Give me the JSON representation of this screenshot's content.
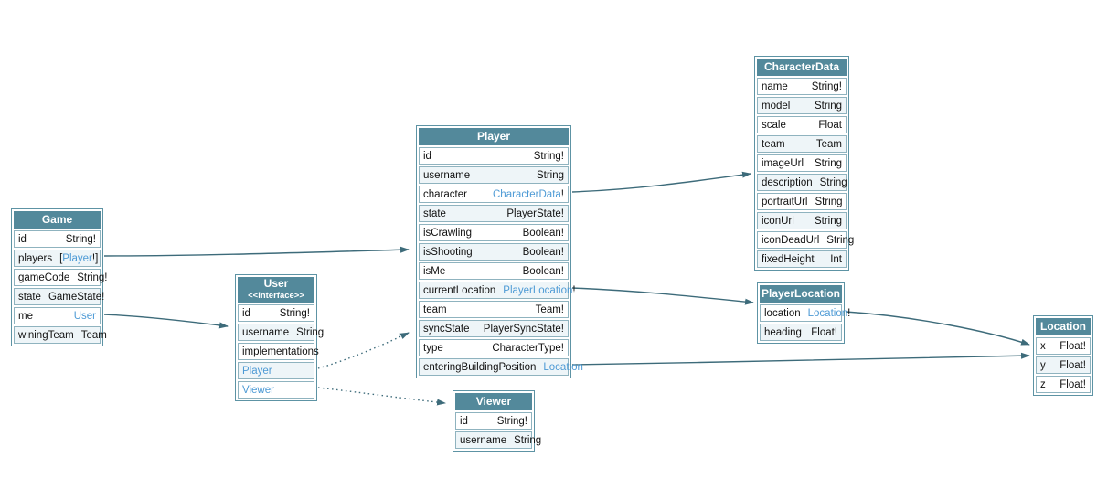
{
  "diagram": {
    "kind": "graphql-schema-class-diagram",
    "background": "#ffffff"
  },
  "colors": {
    "header_bg": "#53899b",
    "header_text": "#ffffff",
    "row_bg": "#ffffff",
    "row_alt_bg": "#eef5f8",
    "cell_border": "#8fb3bf",
    "node_border": "#5d93a4",
    "link": "#4d9ad5",
    "text": "#111111",
    "edge": "#3d6b7a"
  },
  "tables": [
    {
      "id": "game",
      "title": "Game",
      "rows": [
        {
          "name": "id",
          "type": "String!"
        },
        {
          "name": "players",
          "type": "[Player!]",
          "type_link": "Player"
        },
        {
          "name": "gameCode",
          "type": "String!"
        },
        {
          "name": "state",
          "type": "GameState!"
        },
        {
          "name": "me",
          "type": "User",
          "type_link": "User"
        },
        {
          "name": "winingTeam",
          "type": "Team"
        }
      ]
    },
    {
      "id": "user",
      "title": "User",
      "stereotype": "<<interface>>",
      "rows": [
        {
          "name": "id",
          "type": "String!"
        },
        {
          "name": "username",
          "type": "String"
        },
        {
          "name": "implementations",
          "type": ""
        },
        {
          "name": "Player",
          "type": "",
          "name_link": true
        },
        {
          "name": "Viewer",
          "type": "",
          "name_link": true
        }
      ]
    },
    {
      "id": "player",
      "title": "Player",
      "rows": [
        {
          "name": "id",
          "type": "String!"
        },
        {
          "name": "username",
          "type": "String"
        },
        {
          "name": "character",
          "type": "CharacterData!",
          "type_link": "CharacterData"
        },
        {
          "name": "state",
          "type": "PlayerState!"
        },
        {
          "name": "isCrawling",
          "type": "Boolean!"
        },
        {
          "name": "isShooting",
          "type": "Boolean!"
        },
        {
          "name": "isMe",
          "type": "Boolean!"
        },
        {
          "name": "currentLocation",
          "type": "PlayerLocation!",
          "type_link": "PlayerLocation"
        },
        {
          "name": "team",
          "type": "Team!"
        },
        {
          "name": "syncState",
          "type": "PlayerSyncState!"
        },
        {
          "name": "type",
          "type": "CharacterType!"
        },
        {
          "name": "enteringBuildingPosition",
          "type": "Location",
          "type_link": "Location"
        }
      ]
    },
    {
      "id": "viewer",
      "title": "Viewer",
      "rows": [
        {
          "name": "id",
          "type": "String!"
        },
        {
          "name": "username",
          "type": "String"
        }
      ]
    },
    {
      "id": "characterData",
      "title": "CharacterData",
      "rows": [
        {
          "name": "name",
          "type": "String!"
        },
        {
          "name": "model",
          "type": "String"
        },
        {
          "name": "scale",
          "type": "Float"
        },
        {
          "name": "team",
          "type": "Team"
        },
        {
          "name": "imageUrl",
          "type": "String"
        },
        {
          "name": "description",
          "type": "String"
        },
        {
          "name": "portraitUrl",
          "type": "String"
        },
        {
          "name": "iconUrl",
          "type": "String"
        },
        {
          "name": "iconDeadUrl",
          "type": "String"
        },
        {
          "name": "fixedHeight",
          "type": "Int"
        }
      ]
    },
    {
      "id": "playerLocation",
      "title": "PlayerLocation",
      "rows": [
        {
          "name": "location",
          "type": "Location!",
          "type_link": "Location"
        },
        {
          "name": "heading",
          "type": "Float!"
        }
      ]
    },
    {
      "id": "location",
      "title": "Location",
      "rows": [
        {
          "name": "x",
          "type": "Float!"
        },
        {
          "name": "y",
          "type": "Float!"
        },
        {
          "name": "z",
          "type": "Float!"
        }
      ]
    }
  ],
  "edges": [
    {
      "from": "Game.players",
      "to": "Player",
      "style": "solid"
    },
    {
      "from": "Game.me",
      "to": "User",
      "style": "solid"
    },
    {
      "from": "User.Player",
      "to": "Player",
      "style": "dotted"
    },
    {
      "from": "User.Viewer",
      "to": "Viewer",
      "style": "dotted"
    },
    {
      "from": "Player.character",
      "to": "CharacterData",
      "style": "solid"
    },
    {
      "from": "Player.currentLocation",
      "to": "PlayerLocation",
      "style": "solid"
    },
    {
      "from": "Player.enteringBuildingPosition",
      "to": "Location",
      "style": "solid"
    },
    {
      "from": "PlayerLocation.location",
      "to": "Location",
      "style": "solid"
    }
  ]
}
